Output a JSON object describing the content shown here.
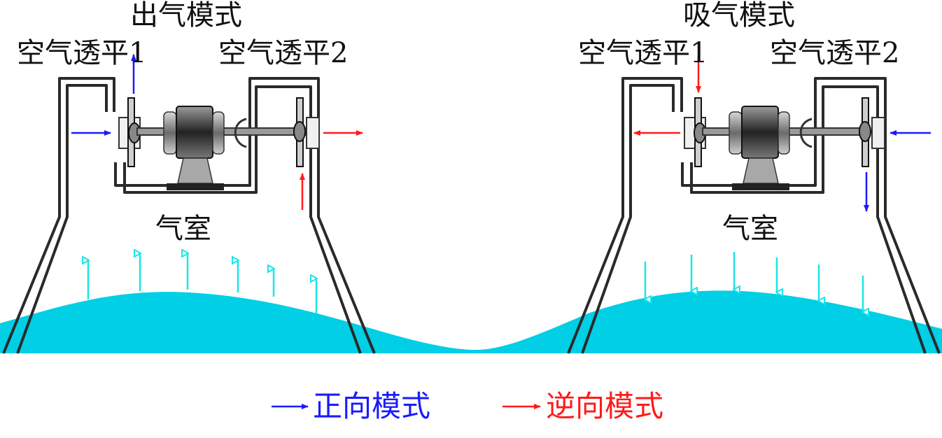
{
  "left_panel": {
    "mode_title": "出气模式",
    "vent1_label": "空气透平1",
    "vent2_label": "空气透平2",
    "chamber_label": "气室"
  },
  "right_panel": {
    "mode_title": "吸气模式",
    "vent1_label": "空气透平1",
    "vent2_label": "空气透平2",
    "chamber_label": "气室"
  },
  "legend": {
    "forward_label": "正向模式",
    "reverse_label": "逆向模式"
  },
  "colors": {
    "forward": "#1a1aff",
    "reverse": "#ff1a1a",
    "water": "#00cfe6",
    "wave_arrow": "#19e6e6",
    "structure": "#2a2a2a"
  }
}
